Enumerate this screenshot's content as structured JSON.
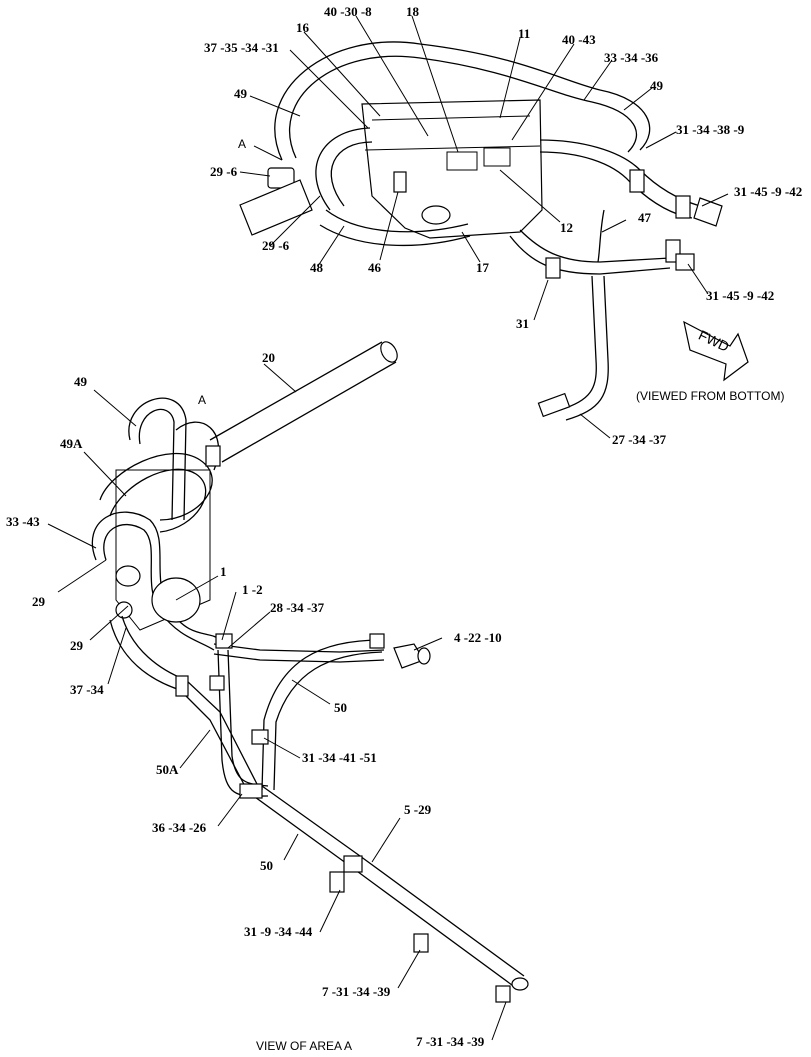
{
  "upper_view": {
    "labels": [
      "40 -30 -8",
      "18",
      "16",
      "37 -35 -34 -31",
      "11",
      "40 -43",
      "33 -34 -36",
      "49",
      "49",
      "A",
      "31 -34 -38 -9",
      "31 -45 -9 -42",
      "47",
      "12",
      "29 -6",
      "29 -6",
      "48",
      "46",
      "17",
      "31",
      "31 -45 -9 -42",
      "27 -34 -37"
    ],
    "fwd_arrow": "FWD",
    "caption": "(VIEWED FROM BOTTOM)"
  },
  "lower_view": {
    "labels": [
      "20",
      "49",
      "A",
      "49A",
      "33 -43",
      "29",
      "1",
      "29",
      "1 -2",
      "28 -34 -37",
      "37 -34",
      "4 -22 -10",
      "50",
      "31 -34 -41 -51",
      "50A",
      "36 -34 -26",
      "5 -29",
      "50",
      "31 -9 -34 -44",
      "7 -31 -34 -39",
      "7 -31 -34 -39"
    ],
    "caption": "VIEW OF AREA A"
  }
}
